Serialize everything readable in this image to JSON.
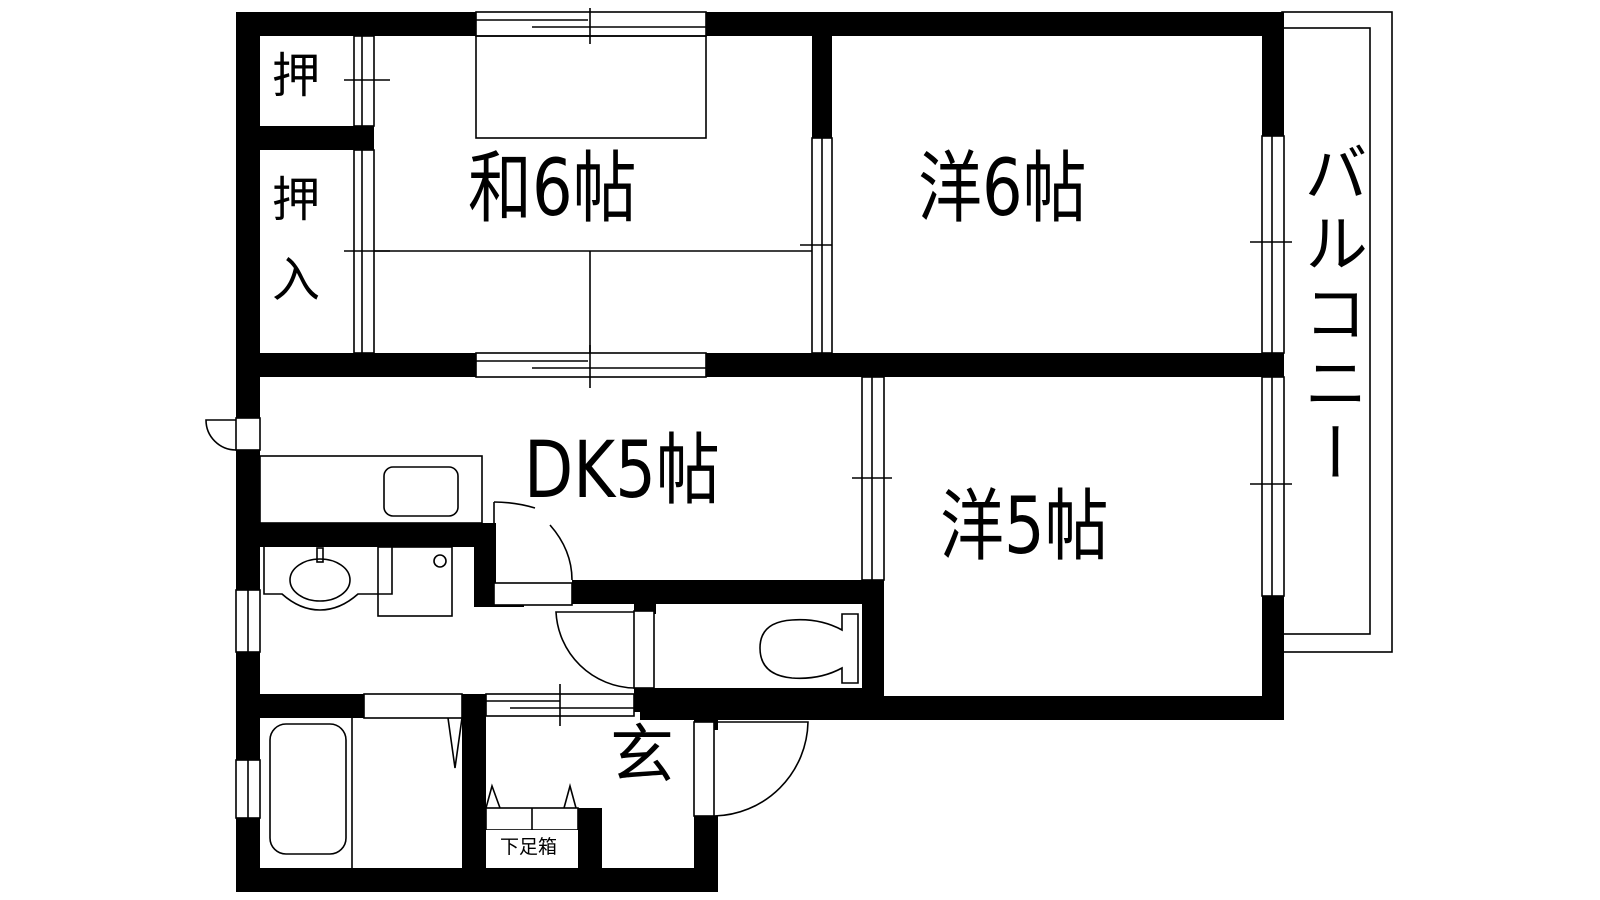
{
  "floor_plan": {
    "rooms": [
      {
        "id": "washitsu",
        "label": "和6帖",
        "type": "Japanese-style room",
        "size_jo": 6
      },
      {
        "id": "youshitsu6",
        "label": "洋6帖",
        "type": "Western-style room",
        "size_jo": 6
      },
      {
        "id": "dk",
        "label": "DK5帖",
        "type": "Dining kitchen",
        "size_jo": 5
      },
      {
        "id": "youshitsu5",
        "label": "洋5帖",
        "type": "Western-style room",
        "size_jo": 5
      },
      {
        "id": "balcony",
        "label": "バルコニー",
        "type": "Balcony"
      },
      {
        "id": "genkan",
        "label": "玄",
        "type": "Entrance"
      }
    ],
    "closets": [
      {
        "id": "oshi-top",
        "label": "押"
      },
      {
        "id": "oshiire",
        "label_line1": "押",
        "label_line2": "入"
      }
    ],
    "fixtures": {
      "shoe_box": "下足箱"
    },
    "colors": {
      "wall": "#000000",
      "background": "#ffffff"
    }
  }
}
